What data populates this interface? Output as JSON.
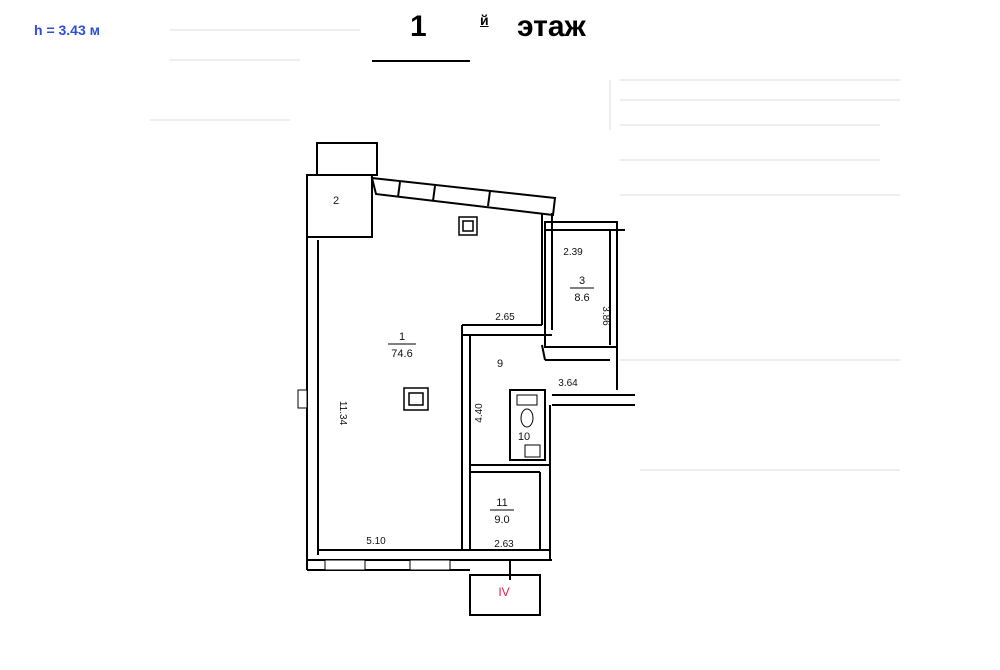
{
  "header": {
    "height_label": "h = 3.43 м",
    "floor_number": "1",
    "floor_suffix": "й",
    "floor_word": "этаж"
  },
  "colors": {
    "height_label": "#2d4fd6",
    "entrance_mark": "#e0204a",
    "wall": "#000000",
    "background_text": "#d8d8d8"
  },
  "rooms": [
    {
      "number": "1",
      "area": "74.6"
    },
    {
      "number": "2"
    },
    {
      "number": "3",
      "area": "8.6"
    },
    {
      "number": "9"
    },
    {
      "number": "10"
    },
    {
      "number": "11",
      "area": "9.0"
    }
  ],
  "dimensions": {
    "room1_height": "11.34",
    "room1_width": "5.10",
    "room3_width": "2.39",
    "room3_height": "3.86",
    "room9_width_top": "2.65",
    "room9_width_right": "3.64",
    "room9_height": "4.40",
    "room11_width": "2.63"
  },
  "entrance": {
    "label": "IV"
  }
}
